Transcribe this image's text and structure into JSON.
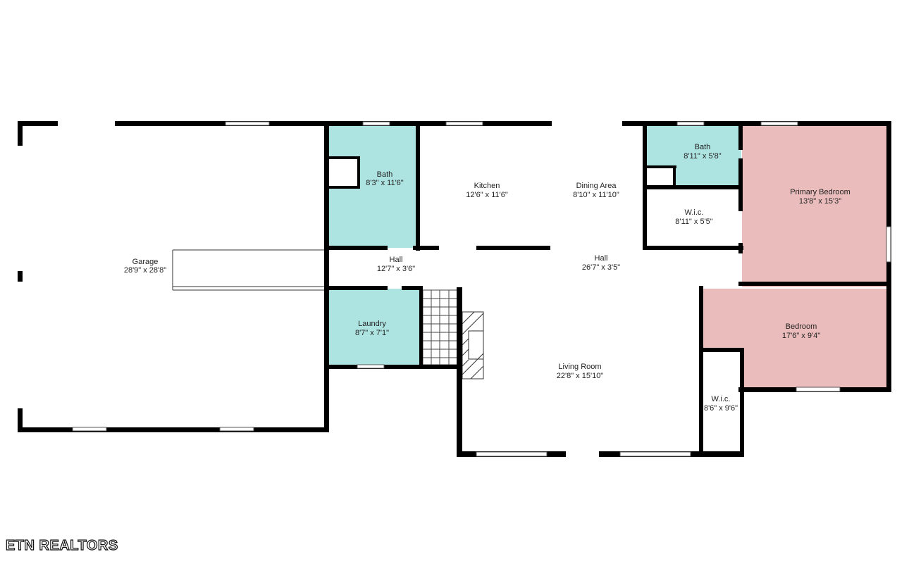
{
  "rooms": {
    "garage": {
      "name": "Garage",
      "dims": "28'9\" x 28'8\""
    },
    "bath1": {
      "name": "Bath",
      "dims": "8'3\" x 11'6\""
    },
    "kitchen": {
      "name": "Kitchen",
      "dims": "12'6\" x 11'6\""
    },
    "dining": {
      "name": "Dining Area",
      "dims": "8'10\" x 11'10\""
    },
    "bath2": {
      "name": "Bath",
      "dims": "8'11\" x 5'8\""
    },
    "primary": {
      "name": "Primary Bedroom",
      "dims": "13'8\" x 15'3\""
    },
    "wic1": {
      "name": "W.i.c.",
      "dims": "8'11\" x 5'5\""
    },
    "hall1": {
      "name": "Hall",
      "dims": "12'7\" x 3'6\""
    },
    "hall2": {
      "name": "Hall",
      "dims": "26'7\" x 3'5\""
    },
    "laundry": {
      "name": "Laundry",
      "dims": "8'7\" x 7'1\""
    },
    "bedroom": {
      "name": "Bedroom",
      "dims": "17'6\" x 9'4\""
    },
    "living": {
      "name": "Living Room",
      "dims": "22'8\" x 15'10\""
    },
    "wic2": {
      "name": "W.i.c.",
      "dims": "8'6\" x 9'6\""
    }
  },
  "brand": "ETN REALTORS",
  "colors": {
    "bath": "#ade3e1",
    "bedroom": "#ebbcbc",
    "wall": "#000000",
    "background": "#ffffff"
  }
}
